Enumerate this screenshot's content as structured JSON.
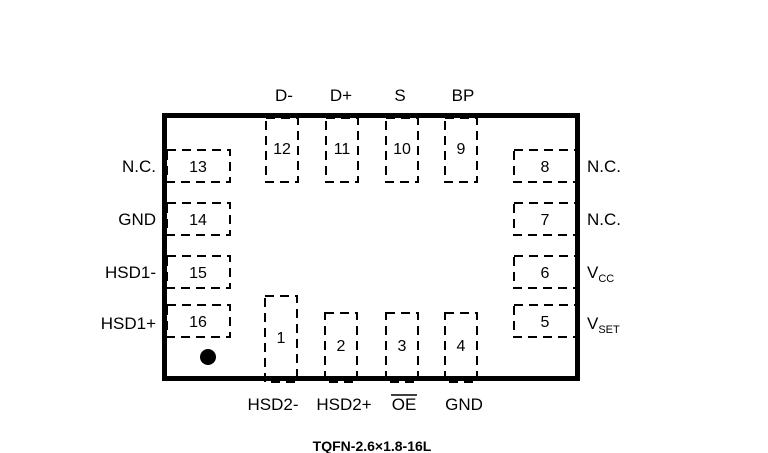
{
  "package": {
    "caption": "TQFN-2.6×1.8-16L",
    "pin1_marker": "dot"
  },
  "pins": [
    {
      "num": "1",
      "name": "HSD2-",
      "side": "bottom"
    },
    {
      "num": "2",
      "name": "HSD2+",
      "side": "bottom"
    },
    {
      "num": "3",
      "name": "OE",
      "side": "bottom",
      "overline": true
    },
    {
      "num": "4",
      "name": "GND",
      "side": "bottom"
    },
    {
      "num": "5",
      "name": "V",
      "sub": "SET",
      "side": "right"
    },
    {
      "num": "6",
      "name": "V",
      "sub": "CC",
      "side": "right"
    },
    {
      "num": "7",
      "name": "N.C.",
      "side": "right"
    },
    {
      "num": "8",
      "name": "N.C.",
      "side": "right"
    },
    {
      "num": "9",
      "name": "BP",
      "side": "top"
    },
    {
      "num": "10",
      "name": "S",
      "side": "top"
    },
    {
      "num": "11",
      "name": "D+",
      "side": "top"
    },
    {
      "num": "12",
      "name": "D-",
      "side": "top"
    },
    {
      "num": "13",
      "name": "N.C.",
      "side": "left"
    },
    {
      "num": "14",
      "name": "GND",
      "side": "left"
    },
    {
      "num": "15",
      "name": "HSD1-",
      "side": "left"
    },
    {
      "num": "16",
      "name": "HSD1+",
      "side": "left"
    }
  ]
}
